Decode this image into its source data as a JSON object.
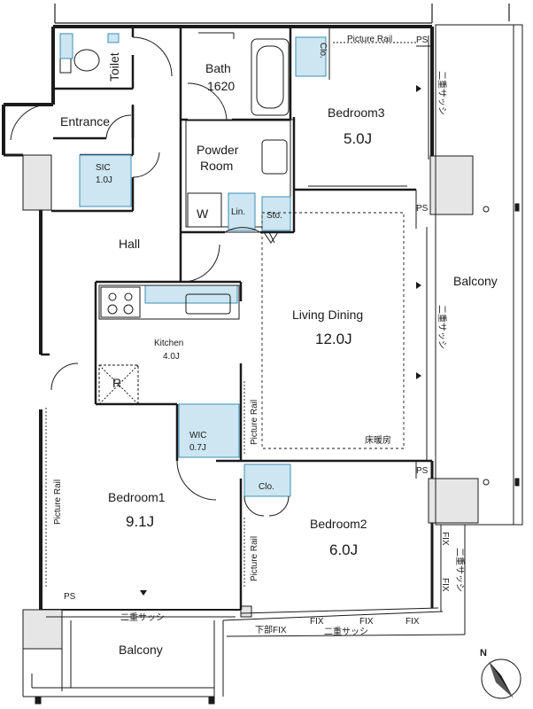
{
  "colors": {
    "wall": "#1a1a1a",
    "storage_fill": "#cde6f1",
    "storage_stroke": "#3a8fb7",
    "column_fill": "#e6e6e6",
    "background": "#ffffff"
  },
  "rooms": {
    "toilet": "Toilet",
    "bath_name": "Bath",
    "bath_size": "1620",
    "entrance": "Entrance",
    "sic_name": "SIC",
    "sic_size": "1.0J",
    "powder_line1": "Powder",
    "powder_line2": "Room",
    "washer": "W",
    "linen": "Lin.",
    "storage": "Sto.",
    "closet": "Clo.",
    "bedroom3_name": "Bedroom3",
    "bedroom3_size": "5.0J",
    "hall": "Hall",
    "kitchen_name": "Kitchen",
    "kitchen_size": "4.0J",
    "fridge": "R",
    "living_name": "Living Dining",
    "living_size": "12.0J",
    "floor_heating": "床暖房",
    "wic_name": "WIC",
    "wic_size": "0.7J",
    "bedroom1_name": "Bedroom1",
    "bedroom1_size": "9.1J",
    "bedroom2_name": "Bedroom2",
    "bedroom2_size": "6.0J",
    "balcony_right": "Balcony",
    "balcony_bottom": "Balcony"
  },
  "annotations": {
    "picture_rail": "Picture Rail",
    "ps": "PS",
    "double_sash": "二重サッシ",
    "fix": "FIX",
    "lower_fix": "下部FIX"
  },
  "compass": {
    "label": "N"
  }
}
